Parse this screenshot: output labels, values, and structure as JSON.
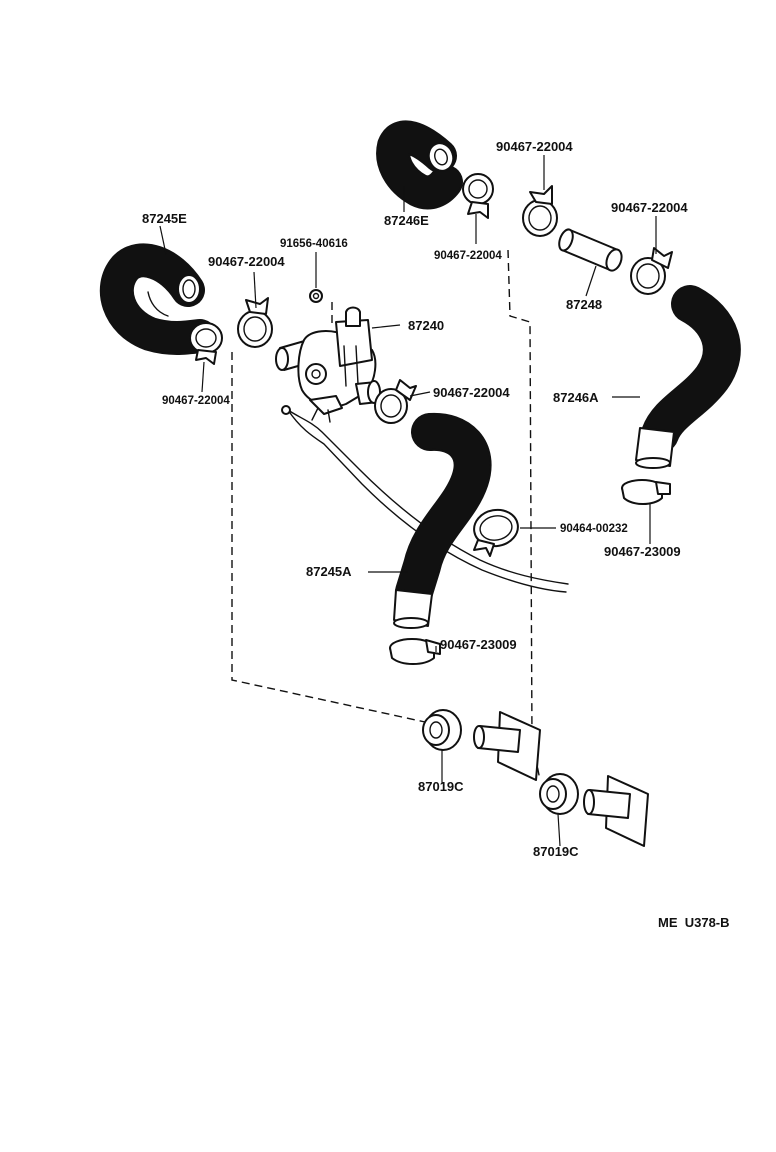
{
  "labels": {
    "hose_87245E": "87245E",
    "hose_87246E": "87246E",
    "clamp_top_a": "90467-22004",
    "clamp_top_b": "90467-22004",
    "clamp_left_a": "90467-22004",
    "clamp_left_b": "90467-22004",
    "clamp_valve_right": "90467-22004",
    "clamp_under_87246E": "90467-22004",
    "nut": "91656-40616",
    "valve": "87240",
    "pipe_87248": "87248",
    "hose_87246A": "87246A",
    "clamp_23009_right": "90467-23009",
    "clamp_00232": "90464-00232",
    "hose_87245A": "87245A",
    "clamp_23009_center": "90467-23009",
    "grommet_1": "87019C",
    "grommet_2": "87019C",
    "diagram_code": "ME  U378-B"
  }
}
